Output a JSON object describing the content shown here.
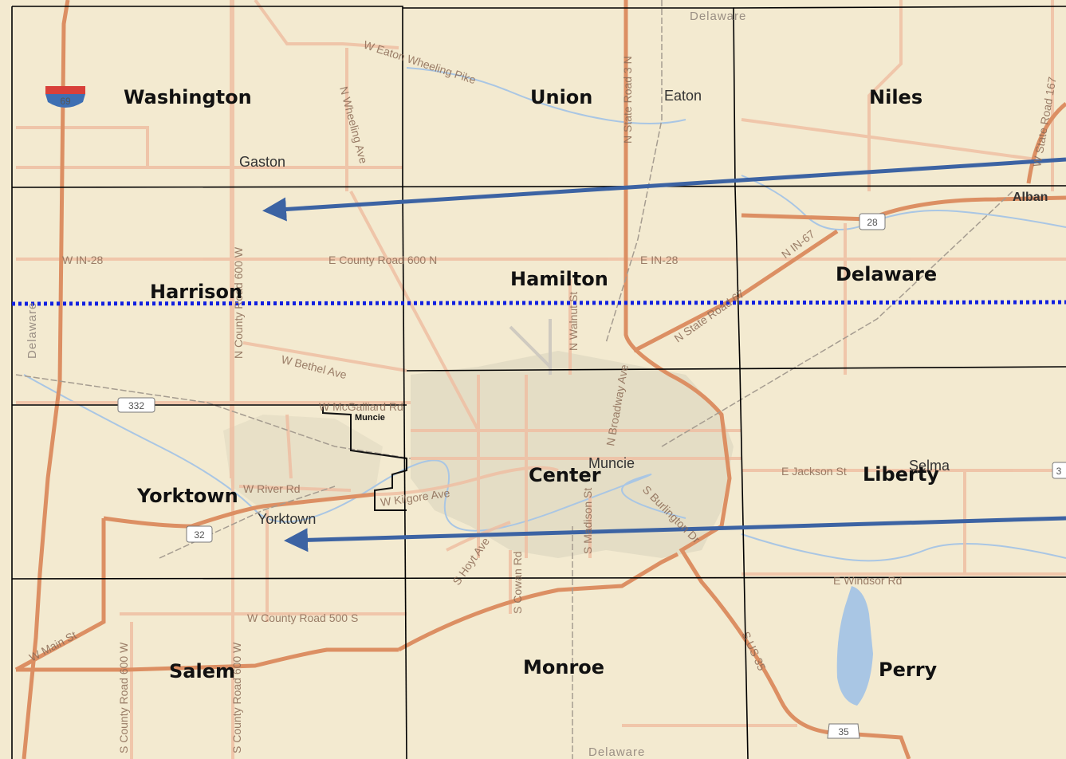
{
  "townships": {
    "washington": "Washington",
    "union": "Union",
    "niles": "Niles",
    "harrison": "Harrison",
    "hamilton": "Hamilton",
    "delaware": "Delaware",
    "yorktown": "Yorktown",
    "center": "Center",
    "liberty": "Liberty",
    "salem": "Salem",
    "monroe": "Monroe",
    "perry": "Perry"
  },
  "places": {
    "eaton": "Eaton",
    "gaston": "Gaston",
    "albany": "Alban",
    "muncie": "Muncie",
    "muncie_small": "Muncie",
    "yorktown": "Yorktown",
    "selma": "Selma"
  },
  "roads": {
    "eaton_wheeling": "W Eaton Wheeling Pike",
    "wheeling": "N Wheeling Ave",
    "state_road_3n": "N State Road 3 N",
    "state_road_167": "W State Road 167",
    "w_in28": "W IN-28",
    "cr600n": "E County Road 600 N",
    "e_in28": "E IN-28",
    "n_in67": "N IN-67",
    "sr67": "N State Road 67",
    "cr600w_n": "N County Road 600 W",
    "walnut": "N Walnut St",
    "bethel": "W Bethel Ave",
    "mcgalliard": "W McGalliard Rd",
    "broadway": "N Broadway Ave",
    "river": "W River Rd",
    "kilgore": "W Kilgore Ave",
    "burlington": "S Burlington Dr",
    "jackson": "E Jackson St",
    "hoyt": "S Hoyt Ave",
    "cowan": "S Cowan Rd",
    "madison": "S Madison St",
    "windsor": "E Windsor Rd",
    "cr500s": "W County Road 500 S",
    "main": "W Main St",
    "cr600w_s": "S County Road 600 W",
    "cr600w_s2": "S County Road 600 W",
    "us35": "S US 35"
  },
  "shields": {
    "i69": "69",
    "sr28": "28",
    "sr32a": "332",
    "sr32b": "32",
    "sr3": "3",
    "us35": "35"
  },
  "county_labels": {
    "top": "Delaware",
    "left": "Delaware",
    "bottom": "Delaware"
  },
  "colors": {
    "land": "#f3ead0",
    "highway": "#dc8f63",
    "road": "#efbfa3",
    "urban": "#e2dcc3",
    "water": "#a9c6e4",
    "grid": "#000000",
    "arrow": "#3c63a3",
    "divider": "#1020e0"
  }
}
